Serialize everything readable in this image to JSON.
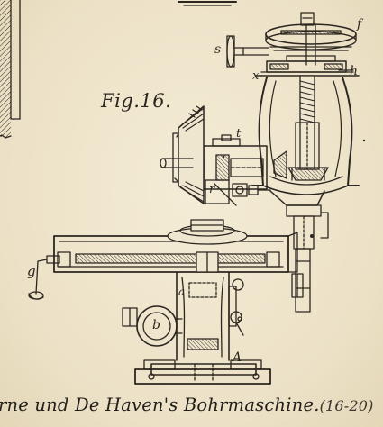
{
  "figure": {
    "label": "Fig.16.",
    "caption_main": "rne und De Haven's Bohrmaschine.",
    "caption_ref": "(16-20)"
  },
  "letters": {
    "f": "f",
    "s": "s",
    "x": "x",
    "h": "h",
    "t": "t",
    "r": "r",
    "g": "g",
    "a": "a",
    "b": "b",
    "A": "A"
  },
  "colors": {
    "paper": "#efe6cf",
    "ink": "#2b2620"
  }
}
